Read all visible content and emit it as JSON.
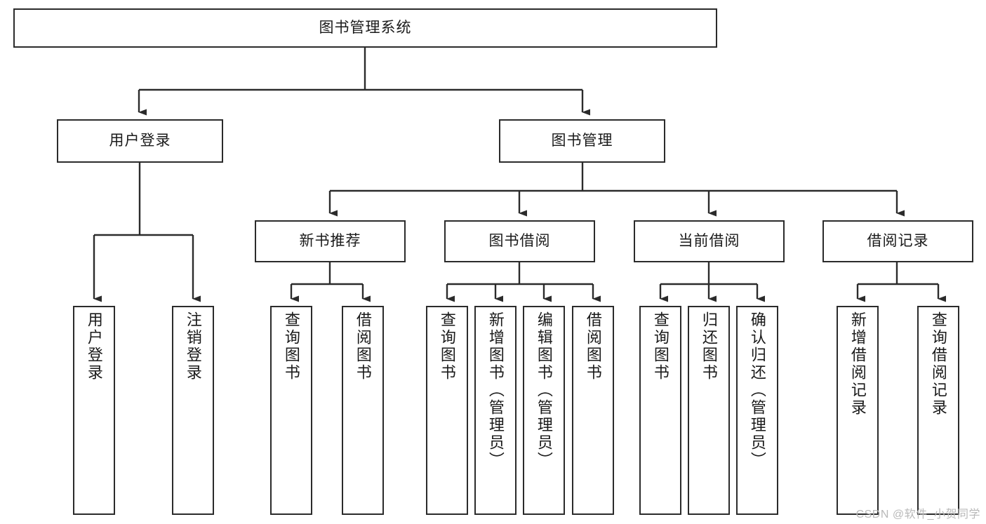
{
  "diagram": {
    "title": "图书管理系统",
    "type": "tree-hierarchy-diagram",
    "colors": {
      "stroke": "#2b2b2b",
      "fill": "#ffffff",
      "text": "#1a1a1a",
      "watermark": "#b9b9b9"
    },
    "watermark": "CSDN @软件_小贺同学",
    "root": {
      "label": "图书管理系统"
    },
    "level2": [
      {
        "label": "用户登录"
      },
      {
        "label": "图书管理"
      }
    ],
    "level3": [
      {
        "label": "新书推荐"
      },
      {
        "label": "图书借阅"
      },
      {
        "label": "当前借阅"
      },
      {
        "label": "借阅记录"
      }
    ],
    "leaves": {
      "user_login": [
        {
          "label": "用户登录"
        },
        {
          "label": "注销登录"
        }
      ],
      "new_book_recommend": [
        {
          "label": "查询图书"
        },
        {
          "label": "借阅图书"
        }
      ],
      "book_borrow": [
        {
          "label": "查询图书"
        },
        {
          "label": "新增图书（管理员）"
        },
        {
          "label": "编辑图书（管理员）"
        },
        {
          "label": "借阅图书"
        }
      ],
      "current_borrow": [
        {
          "label": "查询图书"
        },
        {
          "label": "归还图书"
        },
        {
          "label": "确认归还（管理员）"
        }
      ],
      "borrow_record": [
        {
          "label": "新增借阅记录"
        },
        {
          "label": "查询借阅记录"
        }
      ]
    }
  }
}
